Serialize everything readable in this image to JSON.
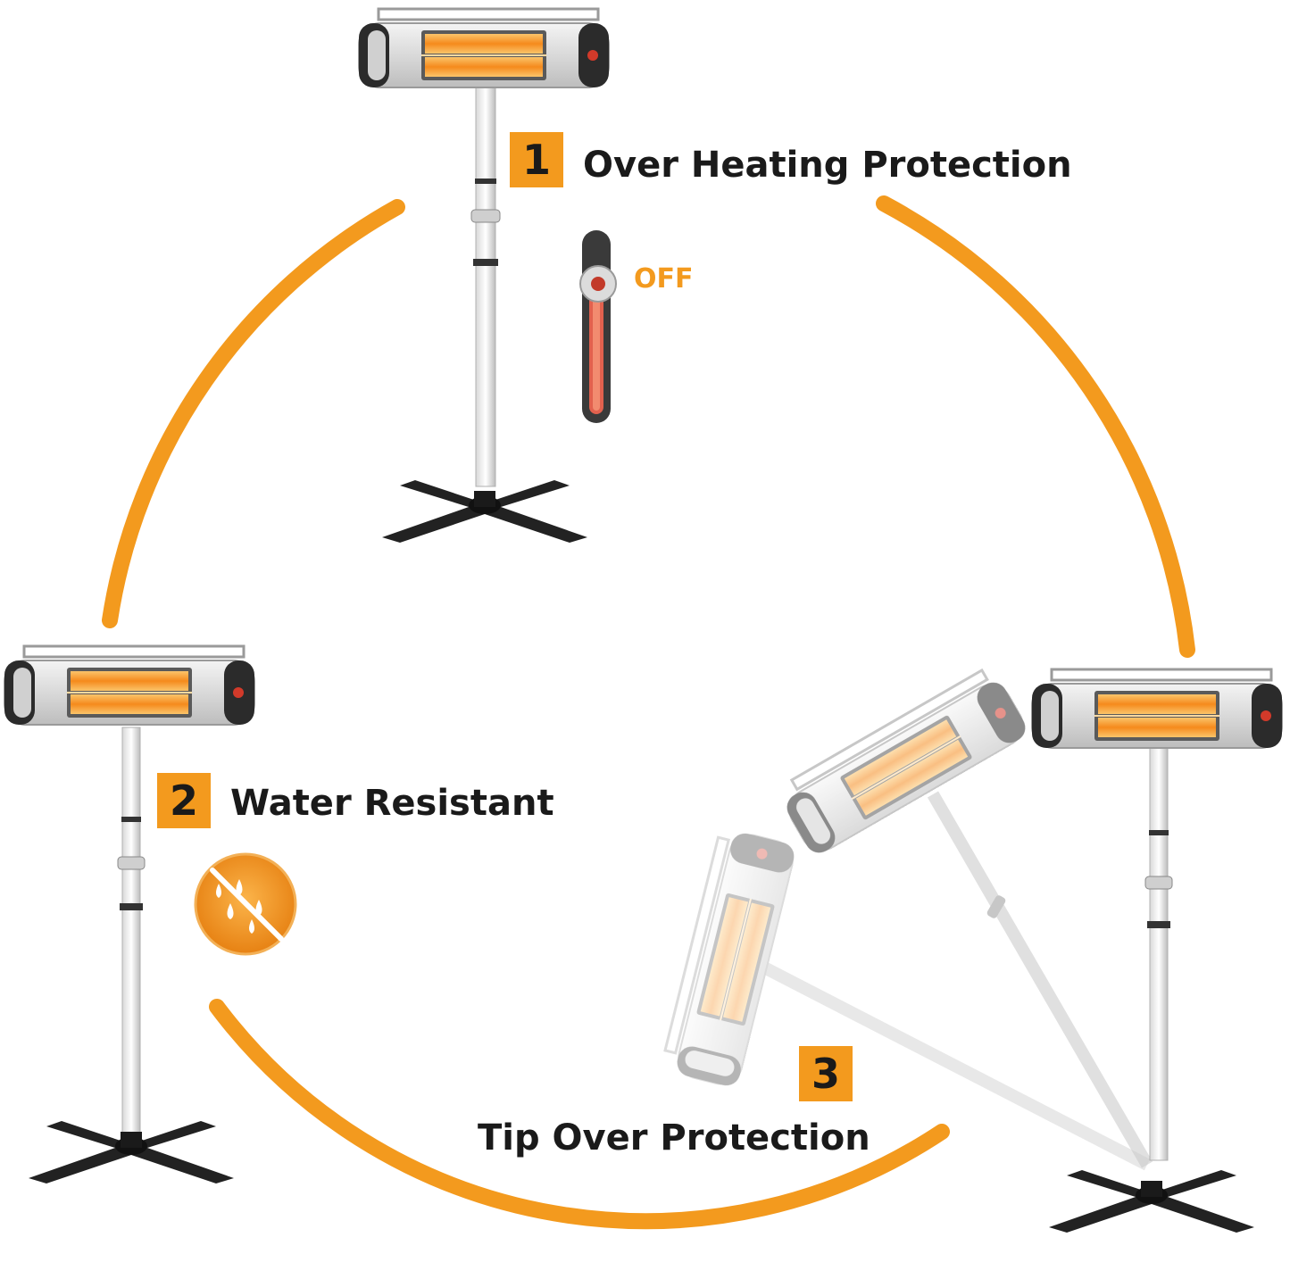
{
  "colors": {
    "accent": "#f39a1e",
    "text": "#1a1a1a",
    "heater_body": "#e4e4e4",
    "heater_dark": "#2b2b2b",
    "heating_element": "#f7a23a",
    "base": "#1f1f1f"
  },
  "features": [
    {
      "number": "1",
      "label": "Over Heating Protection"
    },
    {
      "number": "2",
      "label": "Water Resistant"
    },
    {
      "number": "3",
      "label": "Tip Over Protection"
    }
  ],
  "thermostat": {
    "state_label": "OFF",
    "icon": "thermometer-icon"
  },
  "water_icon": "water-resistant-icon"
}
